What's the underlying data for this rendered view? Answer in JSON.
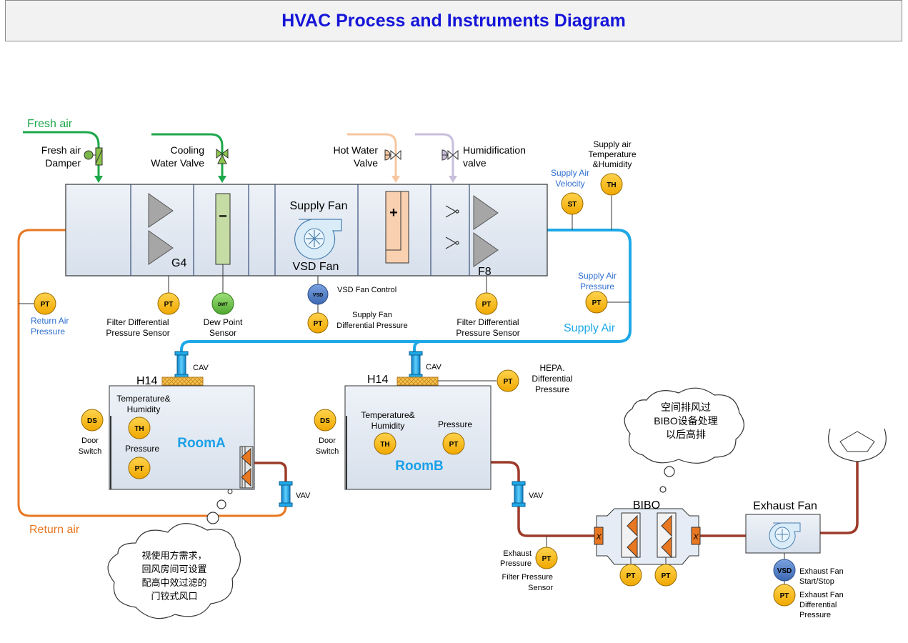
{
  "title": "HVAC  Process and Instruments Diagram",
  "labels": {
    "fresh_air": "Fresh air",
    "fresh_air_damper": [
      "Fresh air",
      "Damper"
    ],
    "cooling_valve": [
      "Cooling",
      "Water Valve"
    ],
    "hot_water_valve": [
      "Hot Water",
      "Valve"
    ],
    "humid_valve": [
      "Humidification",
      "valve"
    ],
    "supply_fan": "Supply Fan",
    "vsd_fan": "VSD Fan",
    "g4": "G4",
    "f8": "F8",
    "supply_air_velocity": [
      "Supply  Air",
      "Velocity"
    ],
    "supply_temp_humidity": [
      "Supply air",
      "Temperature",
      "&Humidity"
    ],
    "supply_air_pressure": [
      "Supply Air",
      "Pressure"
    ],
    "supply_air": "Supply Air",
    "return_air_pressure": [
      "Return Air",
      "Pressure"
    ],
    "return_air": "Return air",
    "filter_dp_1": [
      "Filter Differential",
      "Pressure Sensor"
    ],
    "dew_point": [
      "Dew Point",
      "Sensor"
    ],
    "vsd_fan_control": "VSD Fan Control",
    "supply_fan_dp": [
      "Supply Fan",
      "Differential Pressure"
    ],
    "filter_dp_2": [
      "Filter Differential",
      "Pressure Sensor"
    ],
    "cav": "CAV",
    "h14": "H14",
    "hepa_dp": [
      "HEPA.",
      "Differential",
      "Pressure"
    ],
    "room_a": "RoomA",
    "room_b": "RoomB",
    "temp_humidity": [
      "Temperature&",
      "Humidity"
    ],
    "pressure": "Pressure",
    "door_switch": [
      "Door",
      "Switch"
    ],
    "vav": "VAV",
    "bibo": "BIBO",
    "exhaust_fan": "Exhaust Fan",
    "exhaust_pressure": [
      "Exhaust",
      "Pressure"
    ],
    "filter_pressure_sensor": [
      "Filter Pressure",
      "Sensor"
    ],
    "exhaust_start_stop": [
      "Exhaust Fan",
      "Start/Stop"
    ],
    "exhaust_dp": [
      "Exhaust Fan",
      "Differential",
      "Pressure"
    ],
    "cloud_left": [
      "视使用方需求，",
      "回风房间可设置",
      "配高中效过滤的",
      "门铰式风口"
    ],
    "cloud_right": [
      "空间排风过",
      "BIBO设备处理",
      "以后高排"
    ]
  },
  "instruments": {
    "pt": "PT",
    "th": "TH",
    "st": "ST",
    "ds": "DS",
    "vsd": "VSD",
    "dwt": "DWT",
    "minus": "−",
    "plus": "+",
    "x": "X"
  },
  "colors": {
    "title": "#1515d8",
    "fresh_air": "#1ca84a",
    "supply_air": "#1ea8e6",
    "return_air": "#e87722",
    "exhaust_duct": "#9c3a28",
    "hot_water": "#f6c7a0",
    "humid": "#c8bfdc",
    "instrument": "#f7b500",
    "vsd": "#4f7fcb",
    "dwt": "#6cc24a",
    "room_label": "#1aa0e8"
  }
}
